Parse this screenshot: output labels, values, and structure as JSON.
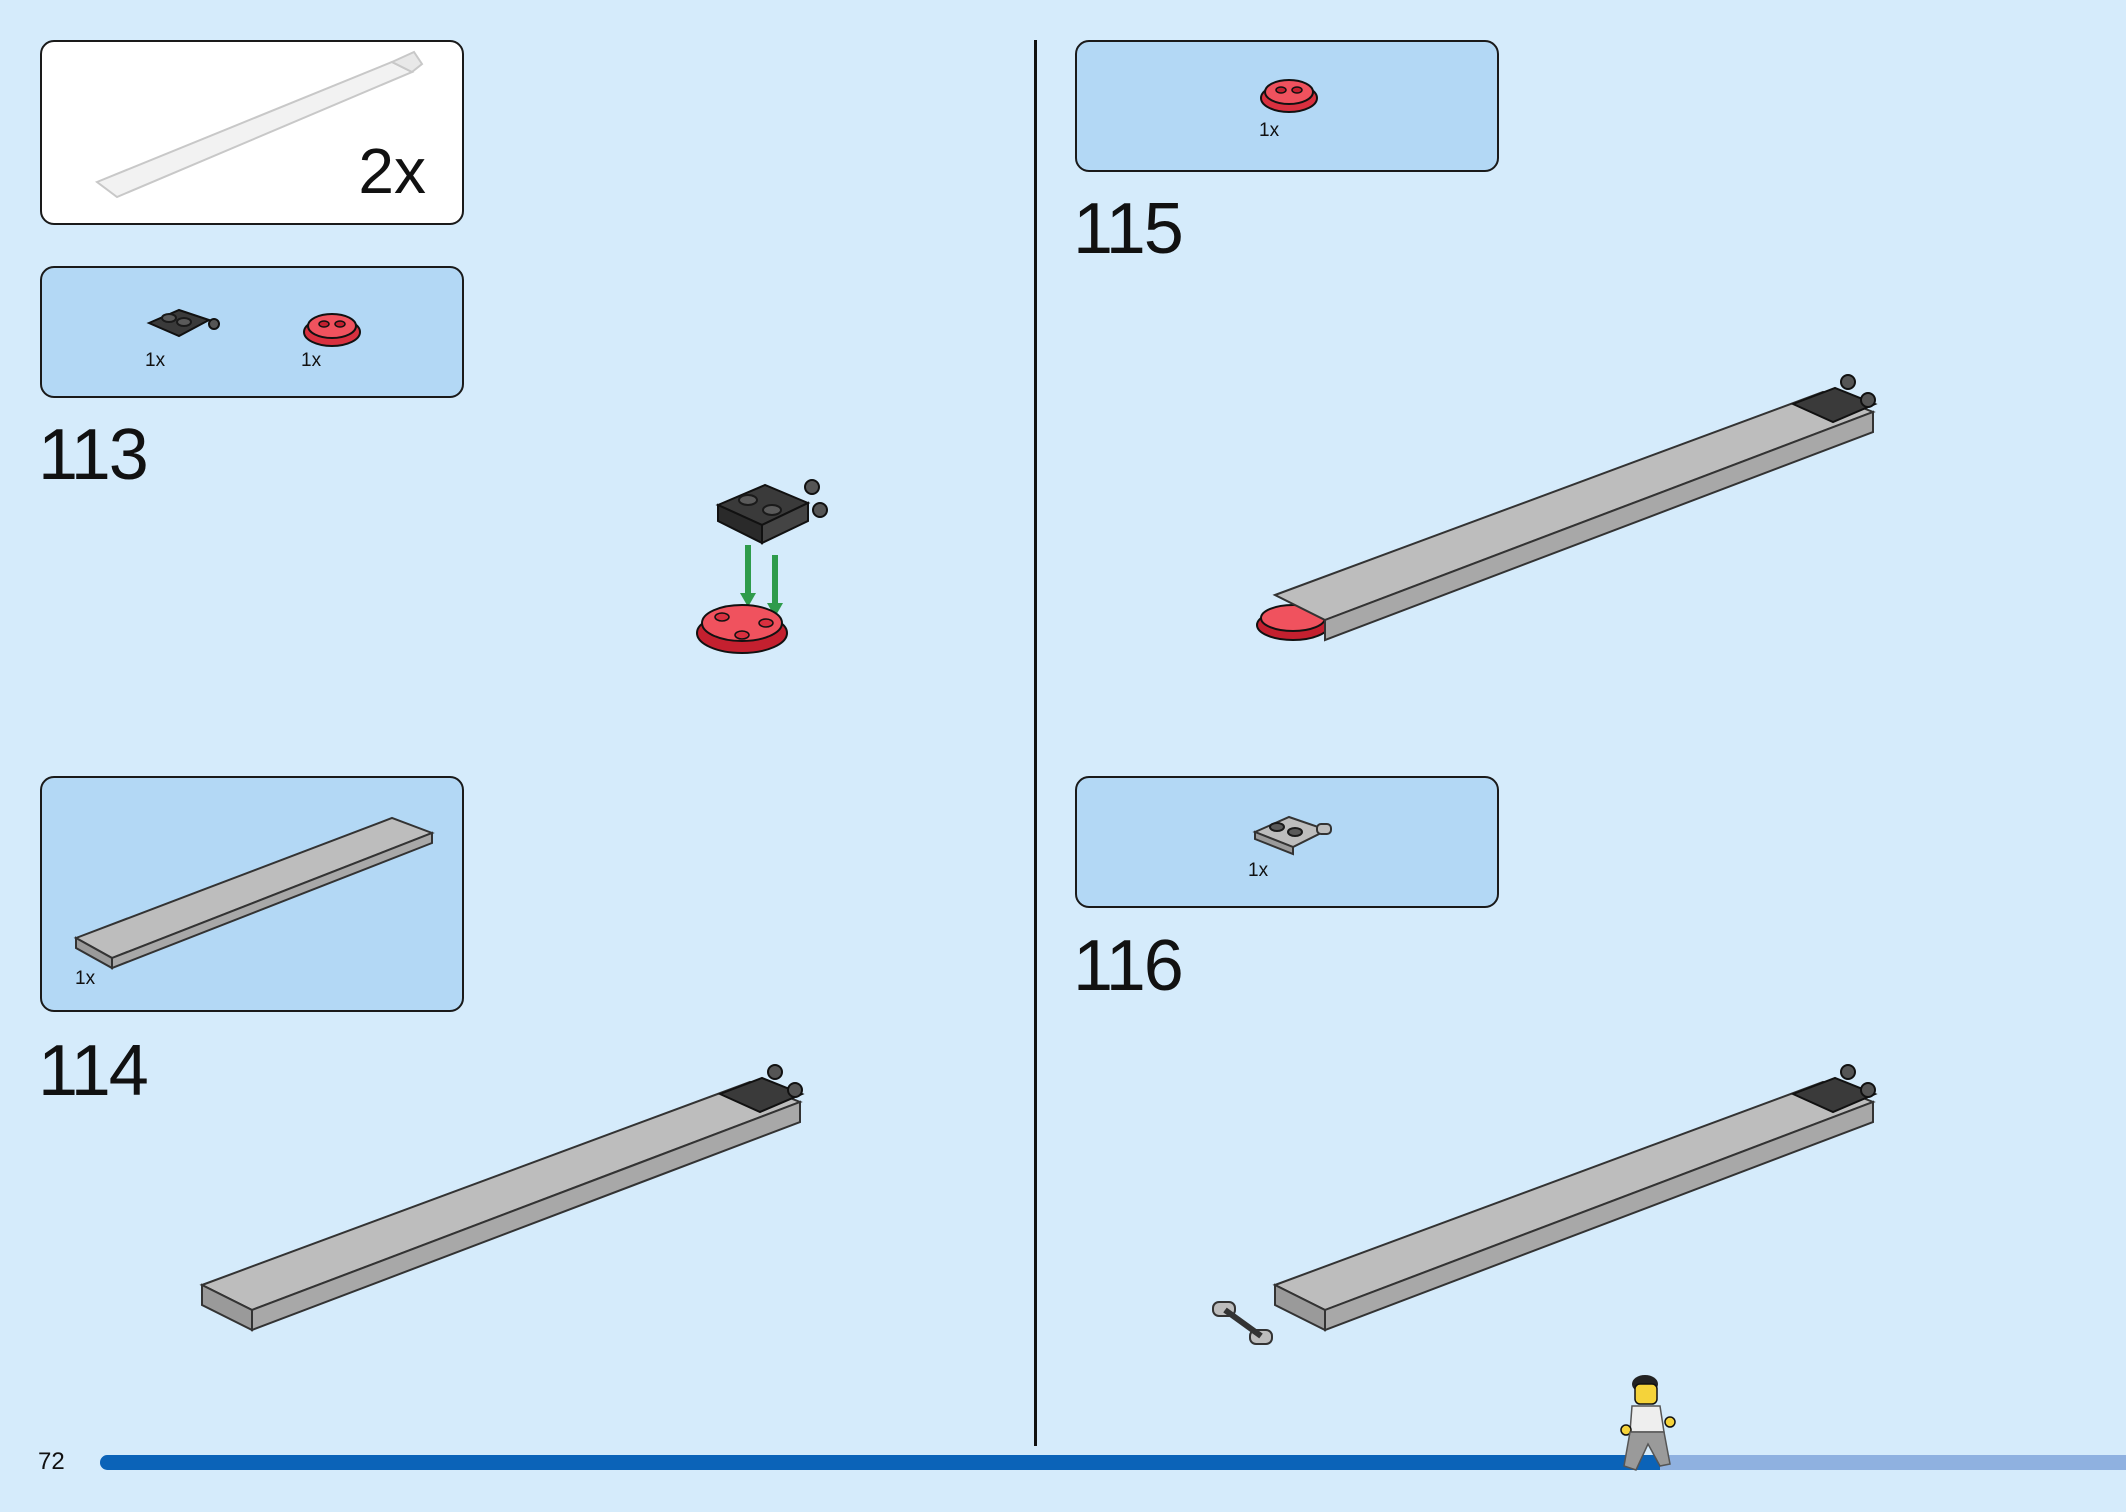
{
  "sub_assembly": {
    "quantity": "2x"
  },
  "steps": [
    {
      "number": "113",
      "parts": [
        {
          "name": "dark-grey-plate-with-clips",
          "qty": "1x"
        },
        {
          "name": "trans-red-round-plate",
          "qty": "1x"
        }
      ]
    },
    {
      "number": "114",
      "parts": [
        {
          "name": "grey-plate-2x16",
          "qty": "1x"
        }
      ]
    },
    {
      "number": "115",
      "parts": [
        {
          "name": "trans-red-round-plate",
          "qty": "1x"
        }
      ]
    },
    {
      "number": "116",
      "parts": [
        {
          "name": "grey-plate-with-bar-handle",
          "qty": "1x"
        }
      ]
    }
  ],
  "page": {
    "number": "72",
    "progress": 0.77
  },
  "colors": {
    "background": "#d5ebfb",
    "callout": "#b3d8f5",
    "progress_fill": "#0b63b8",
    "progress_track": "#8fb1e0",
    "arrow": "#2e9b4b"
  }
}
